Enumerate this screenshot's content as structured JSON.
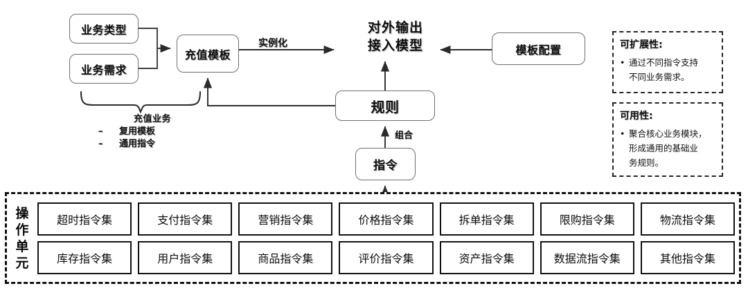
{
  "diagram": {
    "nodes": {
      "business_type": "业务类型",
      "business_demand": "业务需求",
      "recharge_template": "充值模板",
      "template_config": "模板配置",
      "rule": "规则",
      "command": "指令"
    },
    "center_output": {
      "line1": "对外输出",
      "line2": "接入模型"
    },
    "edge_labels": {
      "instantiate": "实例化",
      "combine": "组合"
    },
    "brace_note": {
      "title": "充值业务",
      "dash": "–",
      "items": [
        "复用模板",
        "通用指令"
      ]
    },
    "callouts": [
      {
        "title": "可扩展性:",
        "dot": "•",
        "lines": [
          "通过不同指令支持",
          "不同业务需求。"
        ]
      },
      {
        "title": "可用性:",
        "dot": "•",
        "lines": [
          "聚合核心业务模块，",
          "形成通用的基础业",
          "务规则。"
        ]
      }
    ],
    "operation_unit": {
      "label_chars": [
        "操",
        "作",
        "单",
        "元"
      ],
      "rows": [
        [
          "超时指令集",
          "支付指令集",
          "营销指令集",
          "价格指令集",
          "拆单指令集",
          "限购指令集",
          "物流指令集"
        ],
        [
          "库存指令集",
          "用户指令集",
          "商品指令集",
          "评价指令集",
          "资产指令集",
          "数据流指令集",
          "其他指令集"
        ]
      ]
    },
    "colors": {
      "stroke": "#6e6e6e",
      "dark_stroke": "#111111",
      "text": "#0d0d0d",
      "background": "#ffffff"
    }
  }
}
